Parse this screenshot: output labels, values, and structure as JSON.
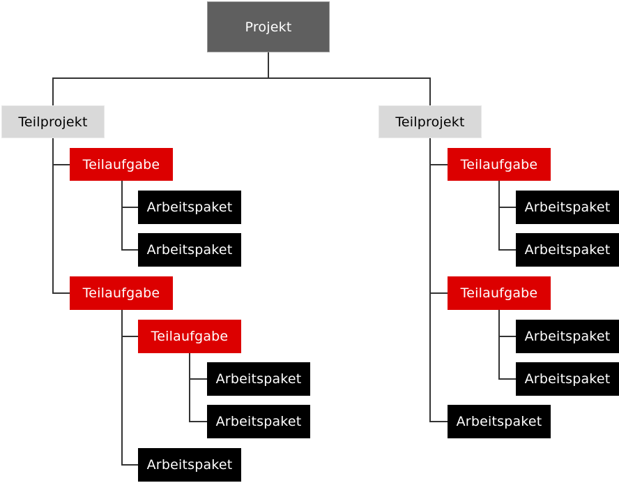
{
  "root": {
    "label": "Projekt"
  },
  "left": {
    "label": "Teilprojekt",
    "task1": {
      "label": "Teilaufgabe",
      "pkg1": "Arbeitspaket",
      "pkg2": "Arbeitspaket"
    },
    "task2": {
      "label": "Teilaufgabe",
      "task": {
        "label": "Teilaufgabe",
        "pkg1": "Arbeitspaket",
        "pkg2": "Arbeitspaket"
      },
      "pkg": "Arbeitspaket"
    }
  },
  "right": {
    "label": "Teilprojekt",
    "task1": {
      "label": "Teilaufgabe",
      "pkg1": "Arbeitspaket",
      "pkg2": "Arbeitspaket"
    },
    "task2": {
      "label": "Teilaufgabe",
      "pkg1": "Arbeitspaket",
      "pkg2": "Arbeitspaket"
    },
    "pkg": "Arbeitspaket"
  },
  "colors": {
    "root": "#5f5f5f",
    "subproject": "#d9d9d9",
    "task": "#dc0000",
    "package": "#000000",
    "connector": "#333333"
  }
}
